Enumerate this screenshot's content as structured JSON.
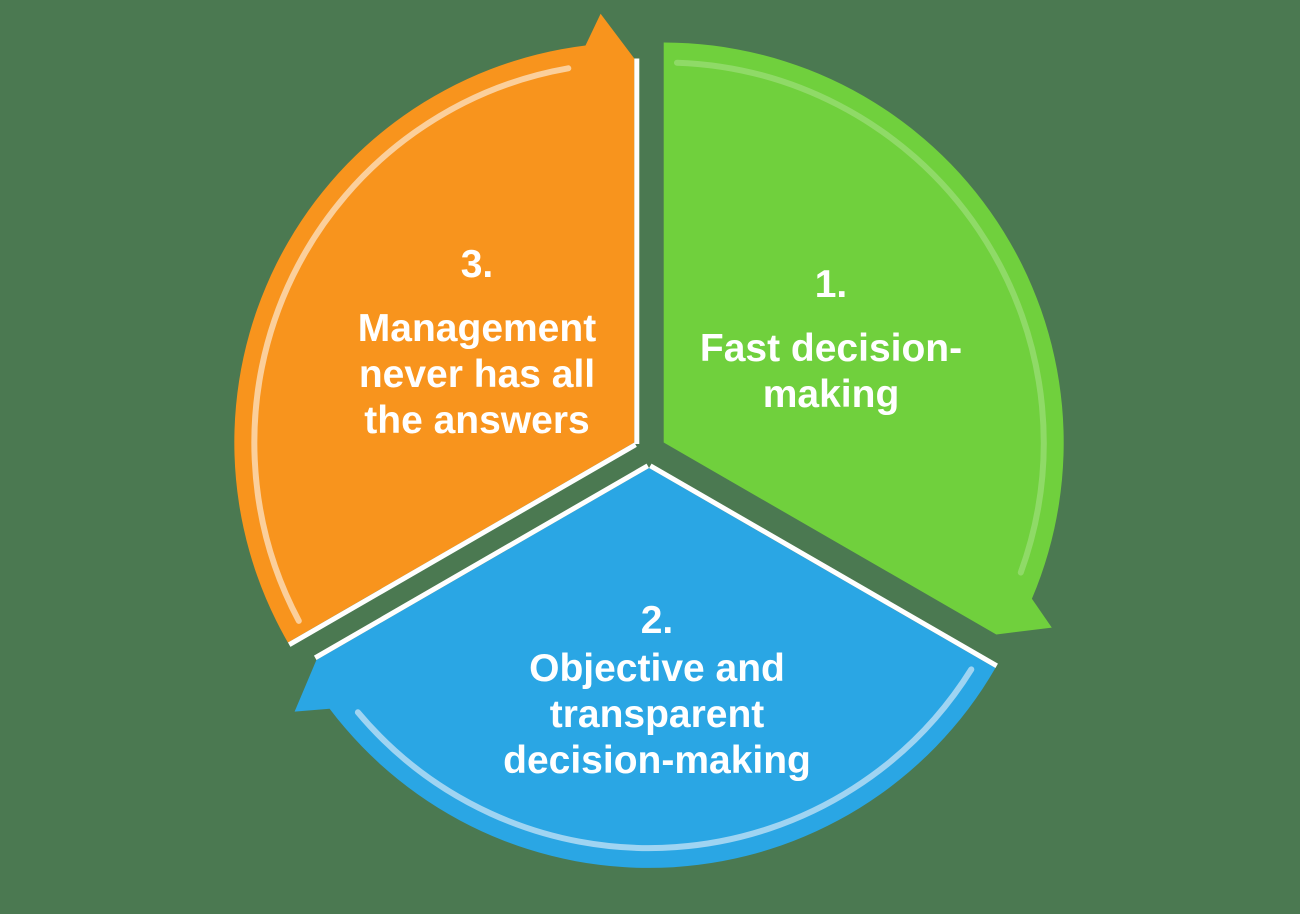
{
  "page": {
    "background_color": "#4B7951",
    "edge_color": "#FFFFFF",
    "text_color": "#FFFFFF"
  },
  "segments": [
    {
      "id": "fast-decision-making",
      "number": "1.",
      "lines": [
        "Fast decision-",
        "making"
      ],
      "color": "#70D03D",
      "arc_color": "rgba(255,255,255,0.22)"
    },
    {
      "id": "objective-transparent-decision-making",
      "number": "2.",
      "lines": [
        "Objective and",
        "transparent",
        "decision-making"
      ],
      "color": "#2AA6E4",
      "arc_color": "#9FD4F2"
    },
    {
      "id": "management-never-has-all-the-answers",
      "number": "3.",
      "lines": [
        "Management",
        "never has all",
        "the answers"
      ],
      "color": "#F8941D",
      "arc_color": "#FBCF9B"
    }
  ]
}
